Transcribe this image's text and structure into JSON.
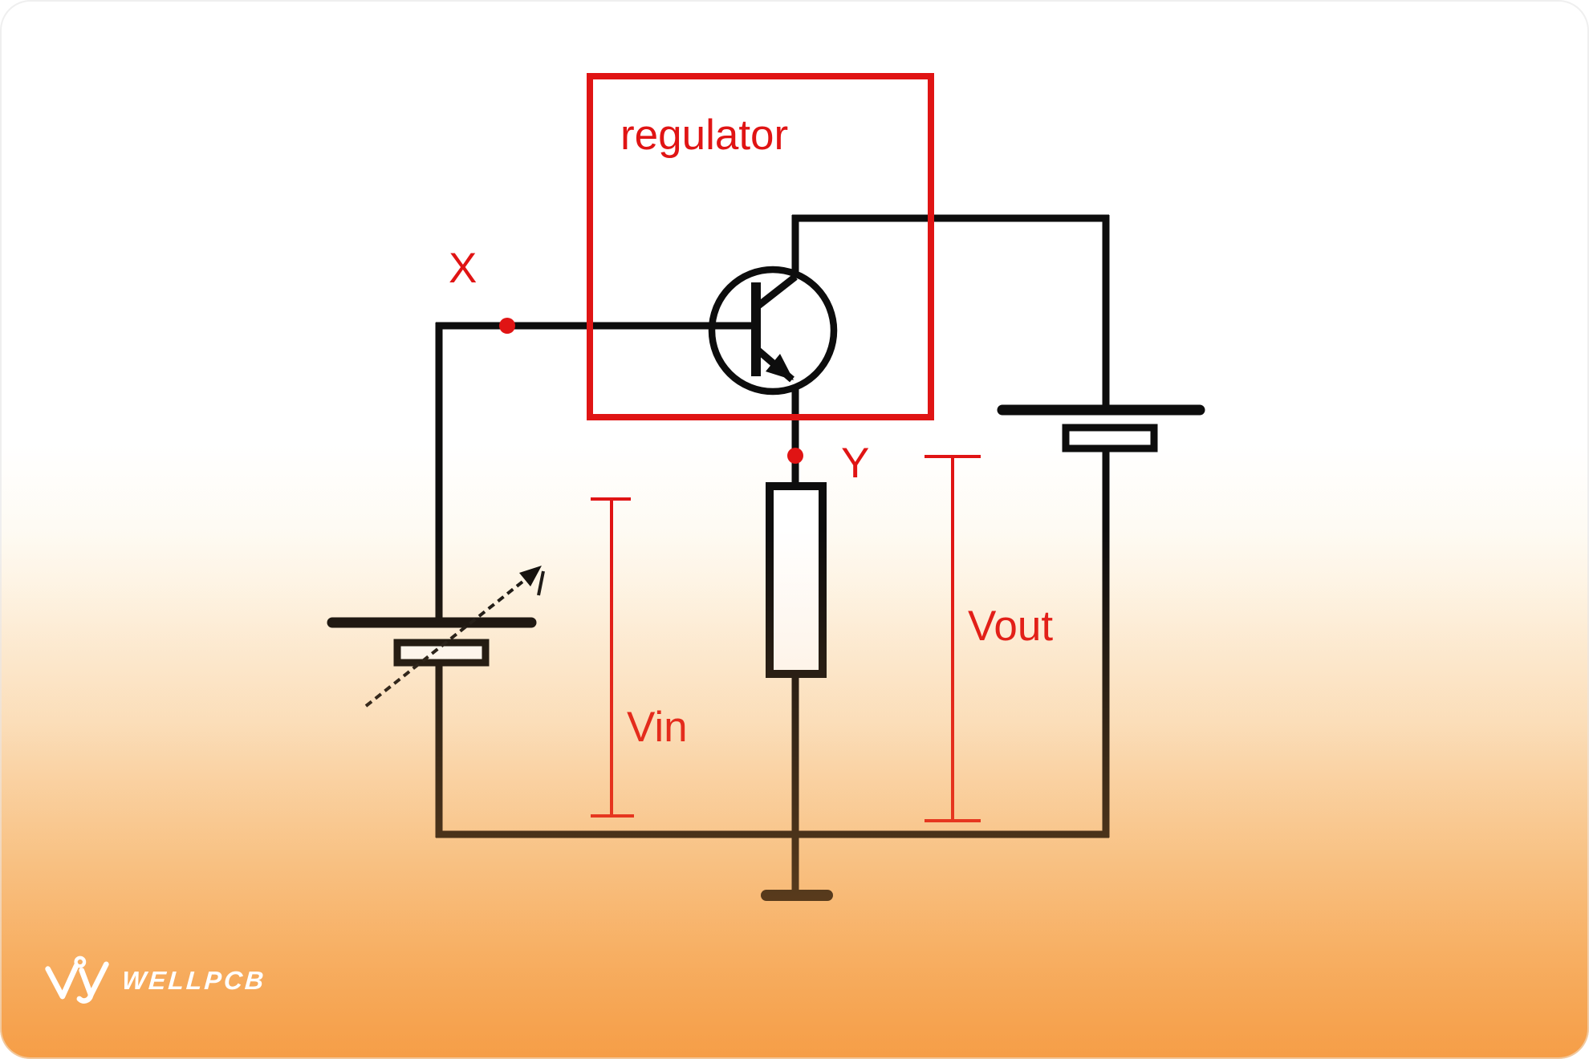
{
  "diagram": {
    "type": "circuit-diagram",
    "block_label": "regulator",
    "node_labels": {
      "input": "X",
      "output": "Y"
    },
    "voltage_labels": {
      "input": "Vin",
      "output": "Vout"
    },
    "components": [
      "variable-dc-source-battery",
      "npn-pass-transistor",
      "regulator-block-outline",
      "series-load-resistor",
      "output-dc-battery",
      "ground-symbol",
      "vin-measure-bracket",
      "vout-measure-bracket"
    ],
    "colors": {
      "accent_red": "#e01414",
      "wire_black": "#0d0d0d",
      "bottom_orange": "#f5a458",
      "logo_white": "#ffffff"
    }
  },
  "brand": {
    "name": "WELLPCB",
    "icon": "wellpcb-circuit-w-icon"
  }
}
